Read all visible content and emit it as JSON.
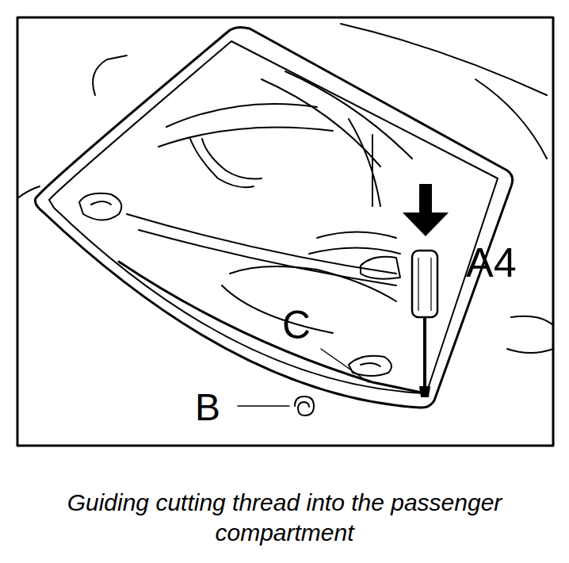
{
  "diagram": {
    "caption": "Guiding cutting thread into the passenger compartment",
    "labels": [
      "A4",
      "C",
      "B"
    ]
  }
}
